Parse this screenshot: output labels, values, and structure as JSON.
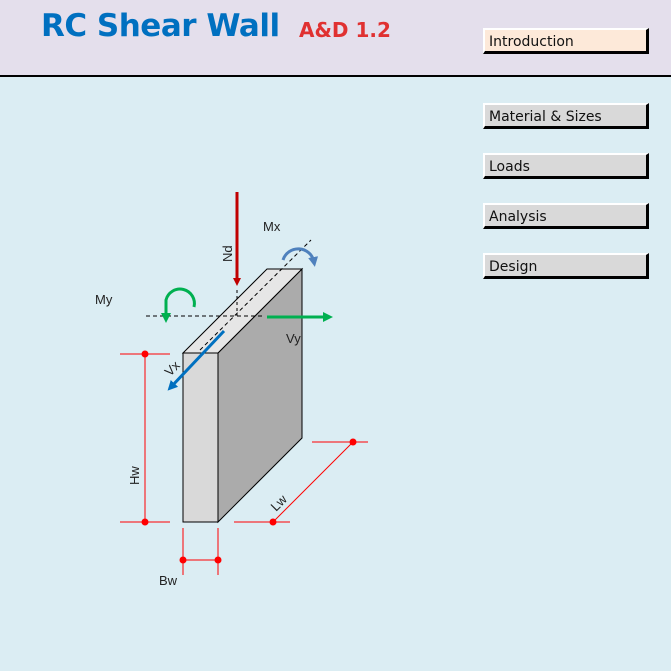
{
  "header": {
    "title": "RC Shear Wall",
    "version": "A&D  1.2"
  },
  "nav": {
    "introduction": "Introduction",
    "material_sizes": "Material & Sizes",
    "loads": "Loads",
    "analysis": "Analysis",
    "design": "Design"
  },
  "diagram": {
    "labels": {
      "nd": "Nd",
      "mx": "Mx",
      "my": "My",
      "vx": "Vx",
      "vy": "Vy",
      "hw": "Hw",
      "lw": "Lw",
      "bw": "Bw"
    },
    "colors": {
      "axial": "#c00000",
      "moment_x": "#4f81bd",
      "moment_y": "#00b050",
      "shear_x": "#0070c0",
      "shear_y": "#00b050",
      "dimension": "#ff0000",
      "front_face": "#d9d9d9",
      "side_face": "#ababab",
      "top_face": "#e6e6e6"
    }
  }
}
